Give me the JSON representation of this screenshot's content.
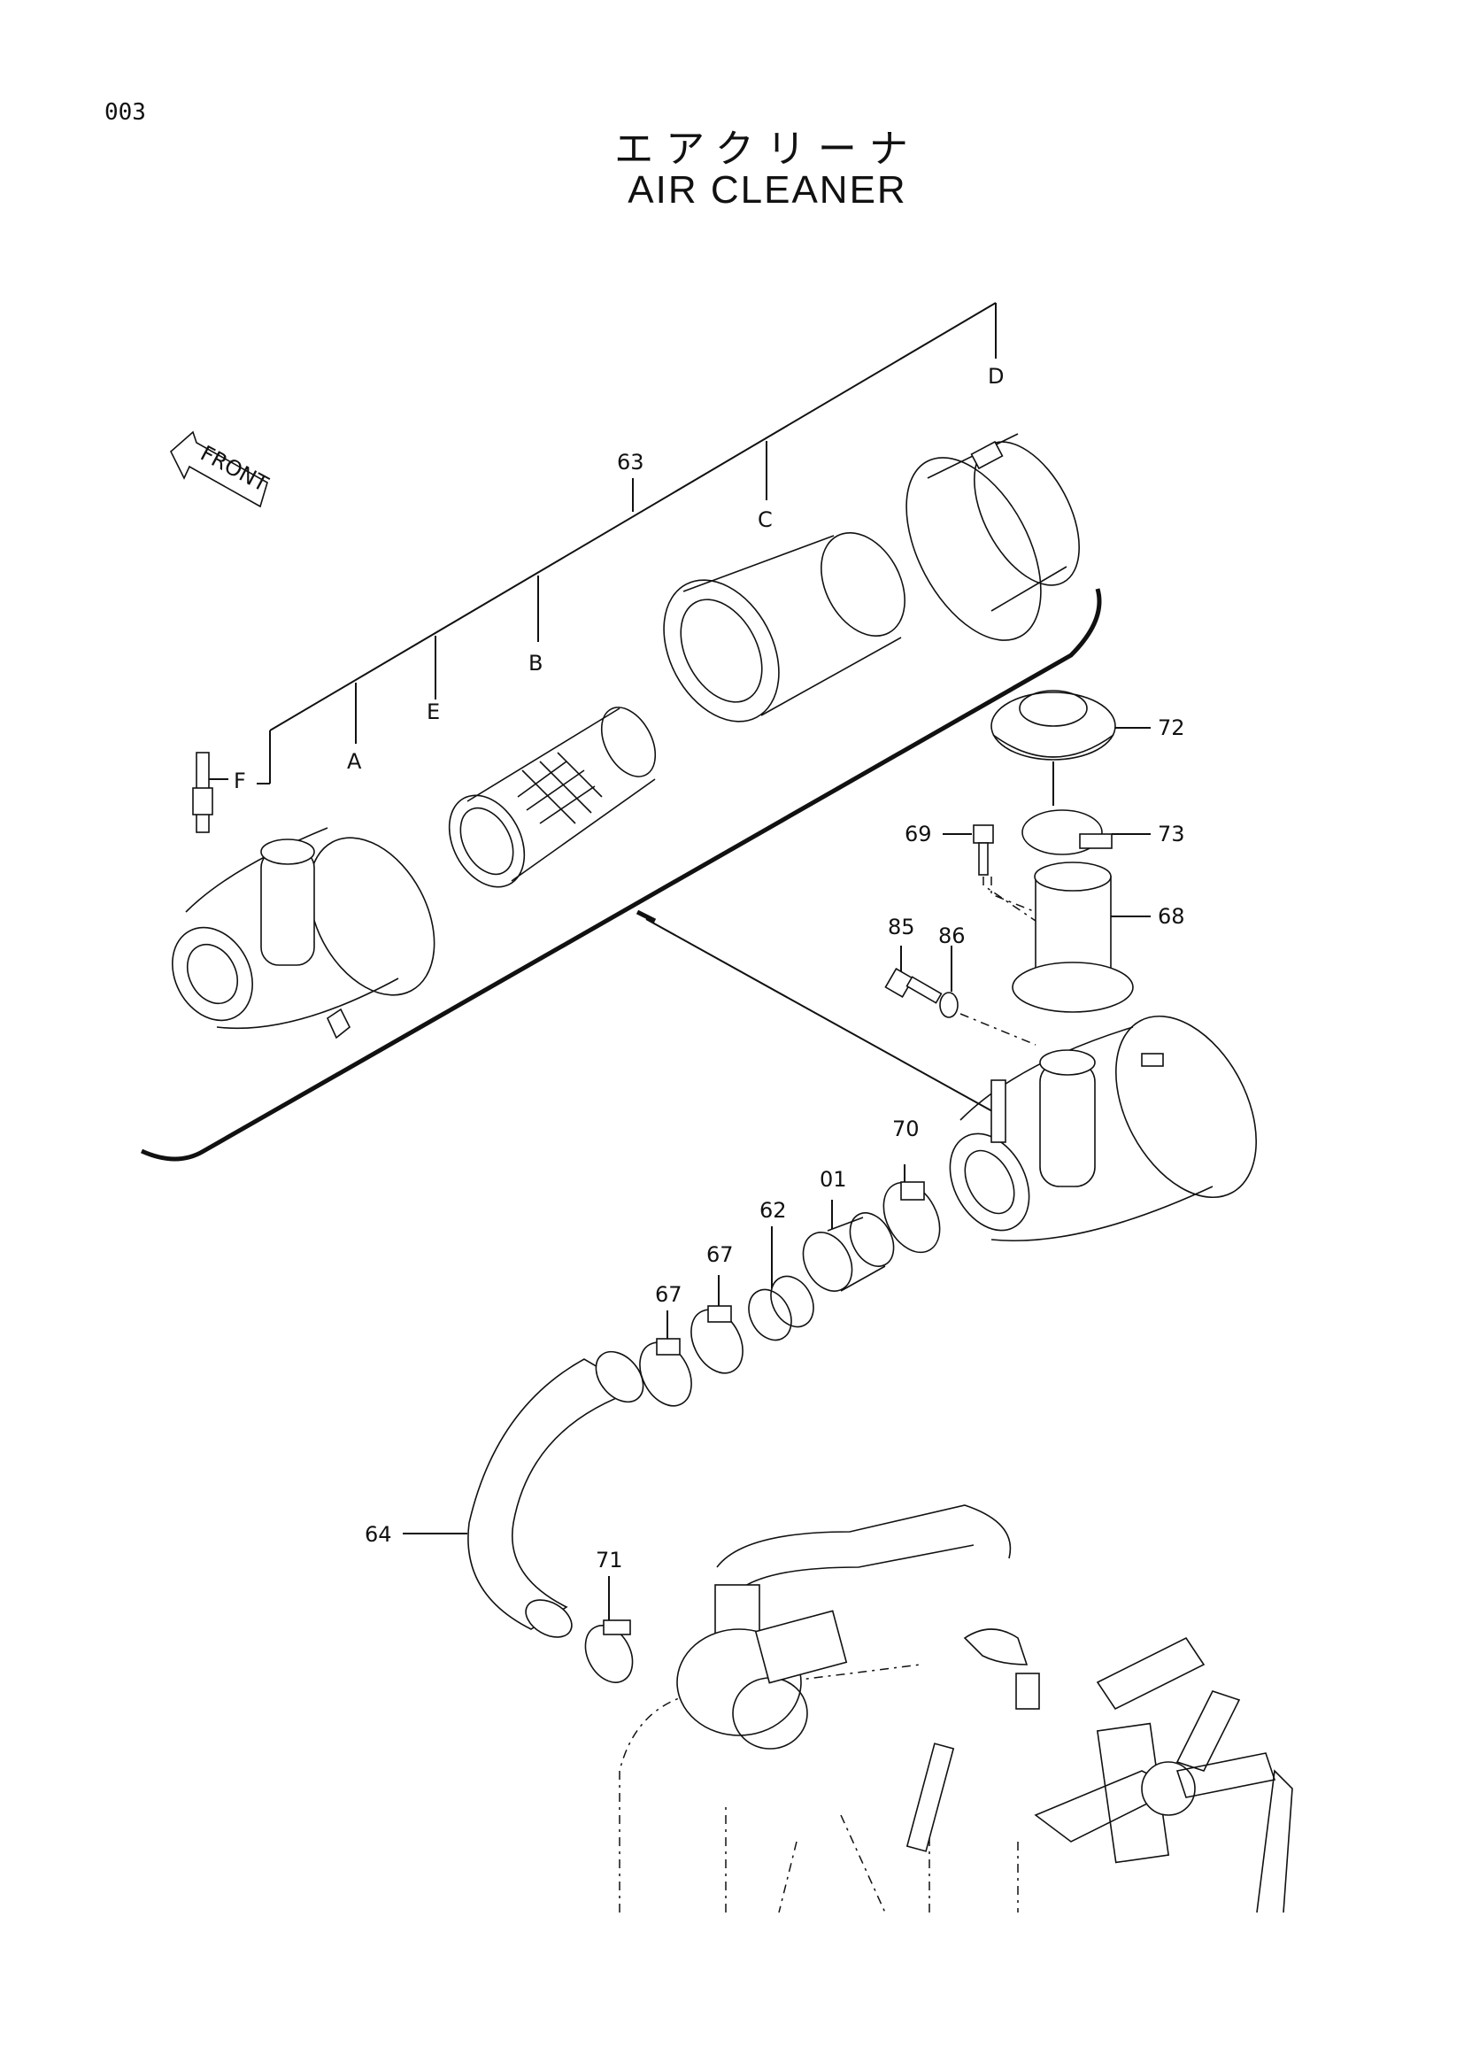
{
  "page": {
    "number": "003",
    "title_jp": "エアクリーナ",
    "title_en": "AIR CLEANER",
    "front_label": "FRONT"
  },
  "callouts": {
    "assembly": "63",
    "sub": {
      "A": "A",
      "B": "B",
      "C": "C",
      "D": "D",
      "E": "E",
      "F": "F"
    },
    "parts": {
      "p72": "72",
      "p73": "73",
      "p69": "69",
      "p68": "68",
      "p85": "85",
      "p86": "86",
      "p70": "70",
      "p01": "01",
      "p62": "62",
      "p67a": "67",
      "p67b": "67",
      "p64": "64",
      "p71": "71"
    }
  }
}
